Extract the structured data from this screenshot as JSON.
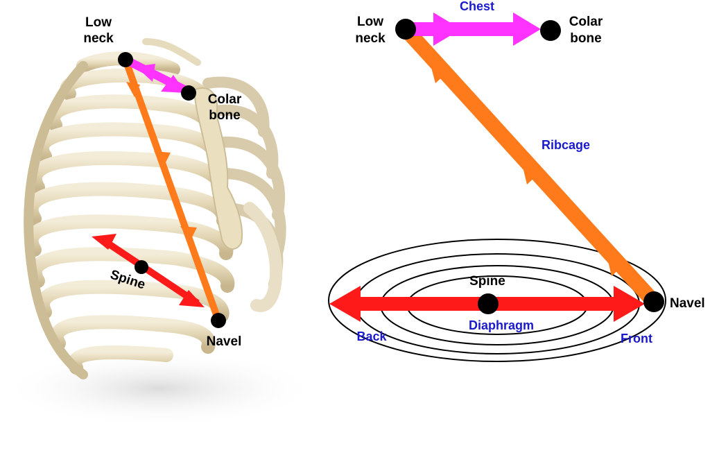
{
  "colors": {
    "chest": "#ff33ff",
    "ribcage": "#ff7a1a",
    "spine": "#ff1a1a",
    "point": "#000000",
    "blue_label": "#1a1acc",
    "bone_light": "#ede3c8",
    "bone_dark": "#c9b891"
  },
  "left_figure": {
    "low_neck": [
      "Low",
      "neck"
    ],
    "colar_bone": [
      "Colar",
      "bone"
    ],
    "spine": "Spine",
    "navel": "Navel"
  },
  "right_figure": {
    "low_neck": [
      "Low",
      "neck"
    ],
    "colar_bone": [
      "Colar",
      "bone"
    ],
    "chest": "Chest",
    "ribcage": "Ribcage",
    "spine": "Spine",
    "diaphragm": "Diaphragm",
    "navel": "Navel",
    "back": "Back",
    "front": "Front"
  }
}
